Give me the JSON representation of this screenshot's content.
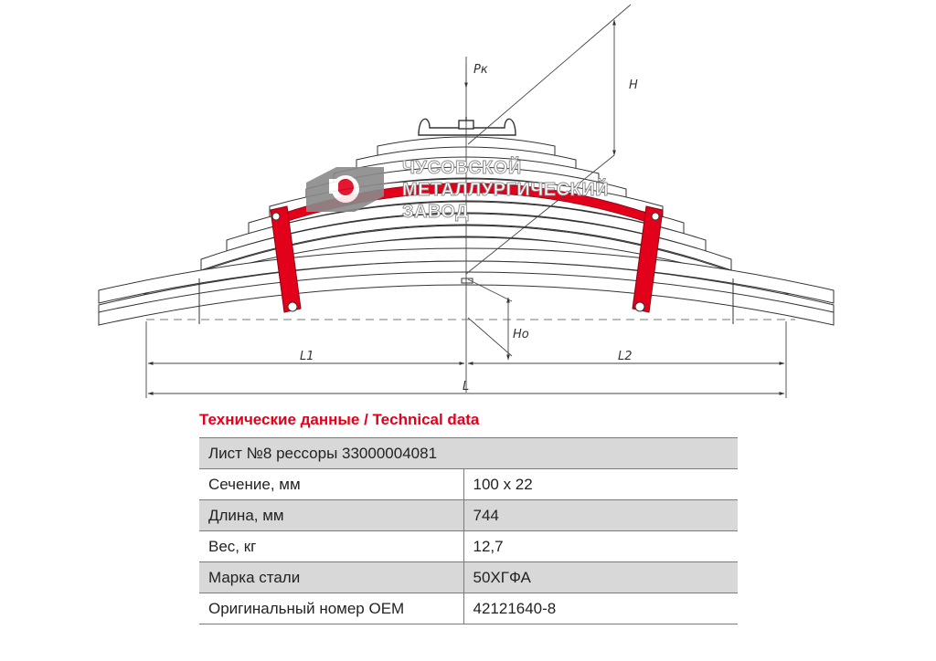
{
  "dimensions": {
    "load_label": "Pк",
    "height_label": "H",
    "height0_label": "Ho",
    "l1_label": "L1",
    "l2_label": "L2",
    "length_label": "L"
  },
  "watermark": {
    "line1": "ЧУСОВСКОЙ",
    "line2": "МЕТАЛЛУРГИЧЕСКИЙ",
    "line3": "ЗАВОД",
    "logo_colors": {
      "grey": "#8a8a8a",
      "red": "#e3001b"
    }
  },
  "highlight_color": "#e3001b",
  "section_title": "Технические данные / Technical data",
  "table": {
    "header": "Лист №8 рессоры 33000004081",
    "rows": [
      {
        "label": "Сечение, мм",
        "value": "100 х 22"
      },
      {
        "label": "Длина, мм",
        "value": "744"
      },
      {
        "label": "Вес, кг",
        "value": "12,7"
      },
      {
        "label": "Марка стали",
        "value": "50ХГФА"
      },
      {
        "label": "Оригинальный номер OEM",
        "value": "42121640-8"
      }
    ]
  }
}
